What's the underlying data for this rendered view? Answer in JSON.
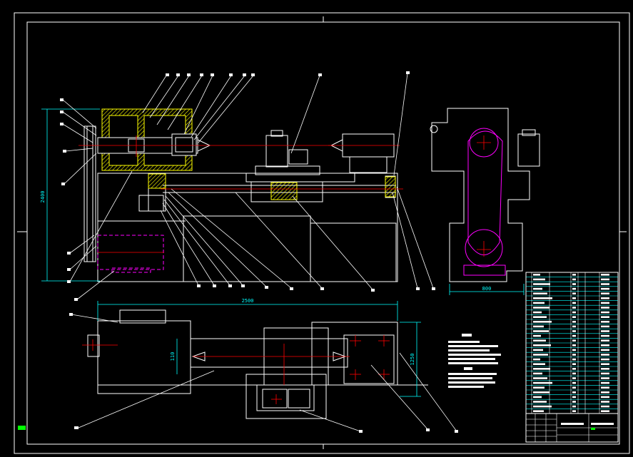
{
  "drawing": {
    "dimensions": {
      "left_height": "2400",
      "bottom_width": "2500",
      "right_base_width": "800",
      "cylinder_height": "110",
      "right_height": "1250"
    }
  },
  "colors": {
    "background": "#000000",
    "outline": "#ffffff",
    "dimension": "#00ffff",
    "section": "#ffff00",
    "center_line": "#ff0000",
    "hidden": "#ff00ff",
    "status_mark": "#00ff00"
  }
}
